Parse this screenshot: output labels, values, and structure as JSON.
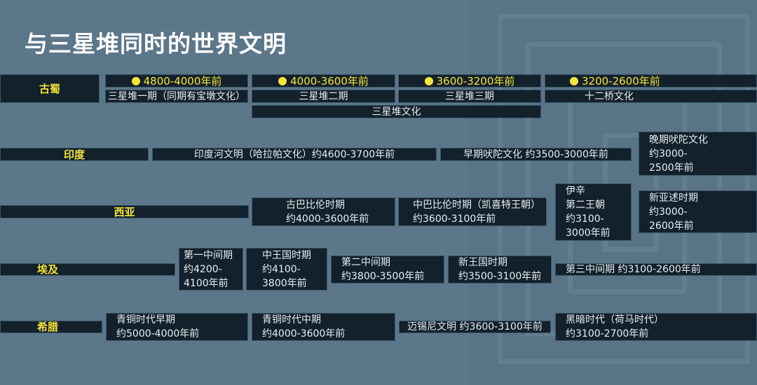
{
  "title": "与三星堆同时的世界文明",
  "rows": {
    "shu": {
      "label": "古蜀",
      "periods": [
        "4800-4000年前",
        "4000-3600年前",
        "3600-3200年前",
        "3200-2600年前"
      ],
      "phases": [
        "三星堆一期（同期有宝墩文化）",
        "三星堆二期",
        "三星堆三期",
        "十二桥文化"
      ],
      "culture": "三星堆文化"
    },
    "india": {
      "label": "印度",
      "items": [
        [
          "印度河文明（哈拉帕文化）约4600-3700年前"
        ],
        [
          "早期吠陀文化 约3500-3000年前"
        ],
        [
          "晚期吠陀文化",
          "约3000-",
          "2500年前"
        ]
      ]
    },
    "westasia": {
      "label": "西亚",
      "items": [
        [
          "古巴比伦时期",
          "约4000-3600年前"
        ],
        [
          "中巴比伦时期（凯喜特王朝）",
          "约3600-3100年前"
        ],
        [
          "伊辛",
          "第二王朝",
          "约3100-",
          "3000年前"
        ],
        [
          "新亚述时期",
          "约3000-",
          "2600年前"
        ]
      ]
    },
    "egypt": {
      "label": "埃及",
      "items": [
        [
          "第一中间期",
          "约4200-",
          "4100年前"
        ],
        [
          "中王国时期",
          "约4100-",
          "3800年前"
        ],
        [
          "第二中间期",
          "约3800-3500年前"
        ],
        [
          "新王国时期",
          "约3500-3100年前"
        ],
        [
          "第三中间期 约3100-2600年前"
        ]
      ]
    },
    "greece": {
      "label": "希腊",
      "items": [
        [
          "青铜时代早期",
          "约5000-4000年前"
        ],
        [
          "青铜时代中期",
          "约4000-3600年前"
        ],
        [
          "迈锡尼文明 约3600-3100年前"
        ],
        [
          "黑暗时代（荷马时代）",
          "约3100-2700年前"
        ]
      ]
    }
  }
}
